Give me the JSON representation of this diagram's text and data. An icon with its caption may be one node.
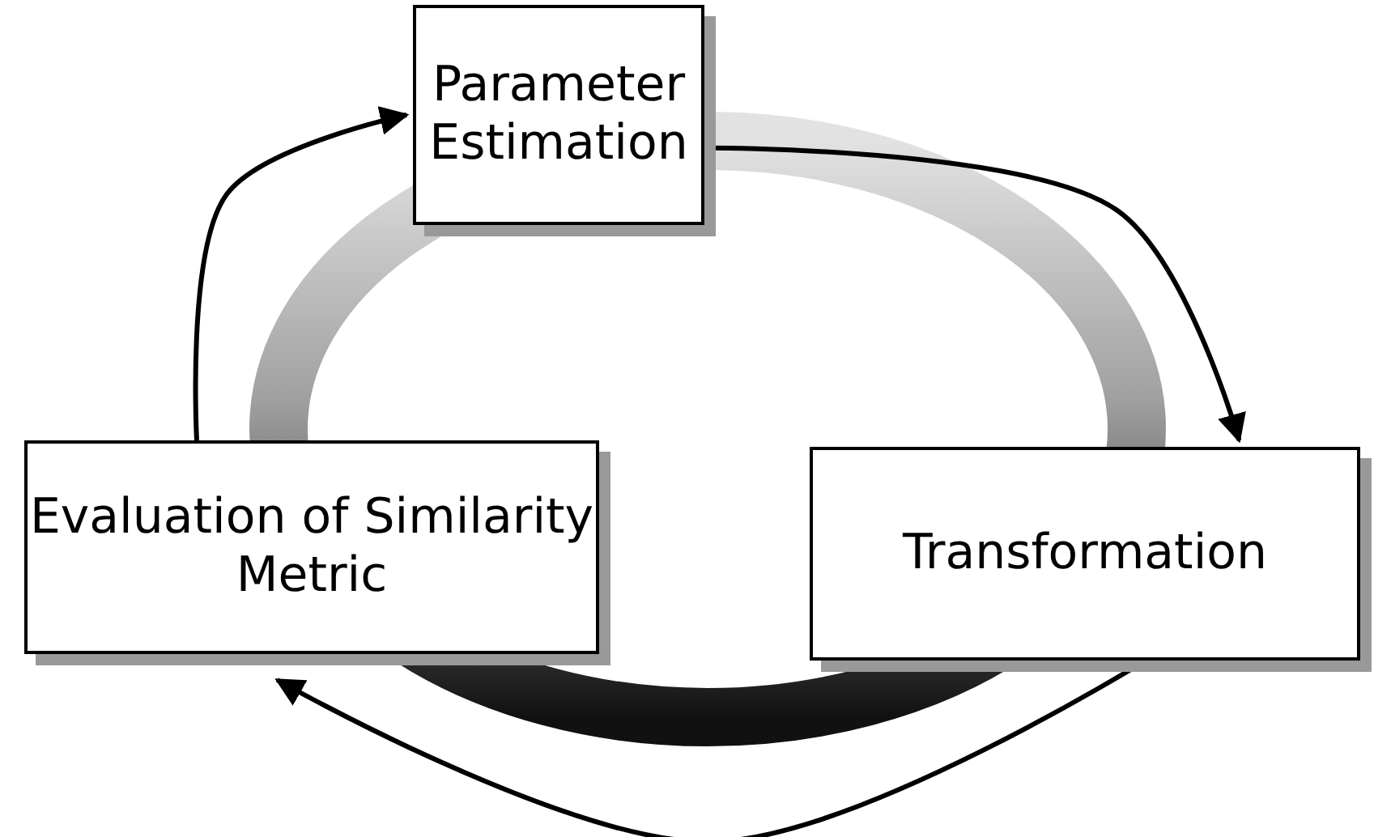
{
  "diagram": {
    "nodes": [
      {
        "text": [
          "Parameter Estimation"
        ]
      },
      {
        "text": [
          "Evaluation of Similarity Metric"
        ]
      },
      {
        "text": [
          "Transformation"
        ]
      }
    ],
    "edges": [
      {
        "from": 0,
        "to": 2,
        "arrow": "to"
      },
      {
        "from": 2,
        "to": 1,
        "arrow": "to"
      },
      {
        "from": 1,
        "to": 0,
        "arrow": "to"
      }
    ]
  }
}
